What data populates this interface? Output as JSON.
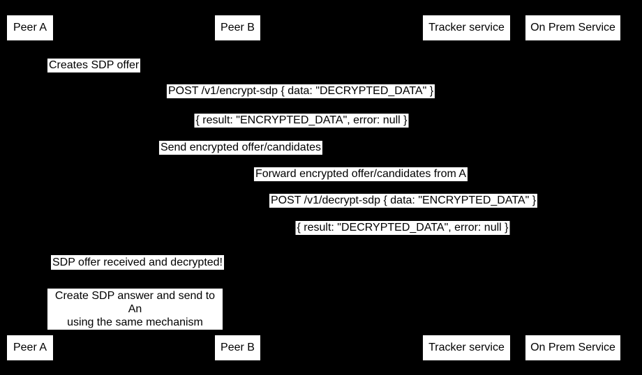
{
  "colors": {
    "background": "#000000",
    "participant_fill": "#ffffff",
    "label_fill": "#ffffff",
    "text": "#000000"
  },
  "sequence": {
    "participants": [
      {
        "id": "peer-a",
        "label": "Peer A"
      },
      {
        "id": "peer-b",
        "label": "Peer B"
      },
      {
        "id": "tracker-service",
        "label": "Tracker service"
      },
      {
        "id": "on-prem-service",
        "label": "On Prem Service"
      }
    ],
    "items": [
      {
        "kind": "note",
        "anchor": "right of Peer A",
        "text": "Creates SDP offer"
      },
      {
        "kind": "message",
        "from": "Peer A",
        "to": "On Prem Service",
        "text": "POST /v1/encrypt-sdp { data: \"DECRYPTED_DATA\" }"
      },
      {
        "kind": "reply",
        "from": "On Prem Service",
        "to": "Peer A",
        "text": "{ result: \"ENCRYPTED_DATA\", error: null }"
      },
      {
        "kind": "message",
        "from": "Peer A",
        "to": "Tracker service",
        "text": "Send encrypted offer/candidates"
      },
      {
        "kind": "message",
        "from": "Tracker service",
        "to": "Peer B",
        "text": "Forward encrypted offer/candidates from A"
      },
      {
        "kind": "message",
        "from": "Peer B",
        "to": "On Prem Service",
        "text": "POST /v1/decrypt-sdp { data: \"ENCRYPTED_DATA\" }"
      },
      {
        "kind": "reply",
        "from": "On Prem Service",
        "to": "Peer B",
        "text": "{ result: \"DECRYPTED_DATA\", error: null }"
      },
      {
        "kind": "note",
        "anchor": "right of Peer A",
        "text": "SDP offer received and decrypted!"
      },
      {
        "kind": "note",
        "anchor": "right of Peer A",
        "text_line1": "Create SDP answer and send to An",
        "text_line2": "using the same mechanism"
      }
    ]
  }
}
